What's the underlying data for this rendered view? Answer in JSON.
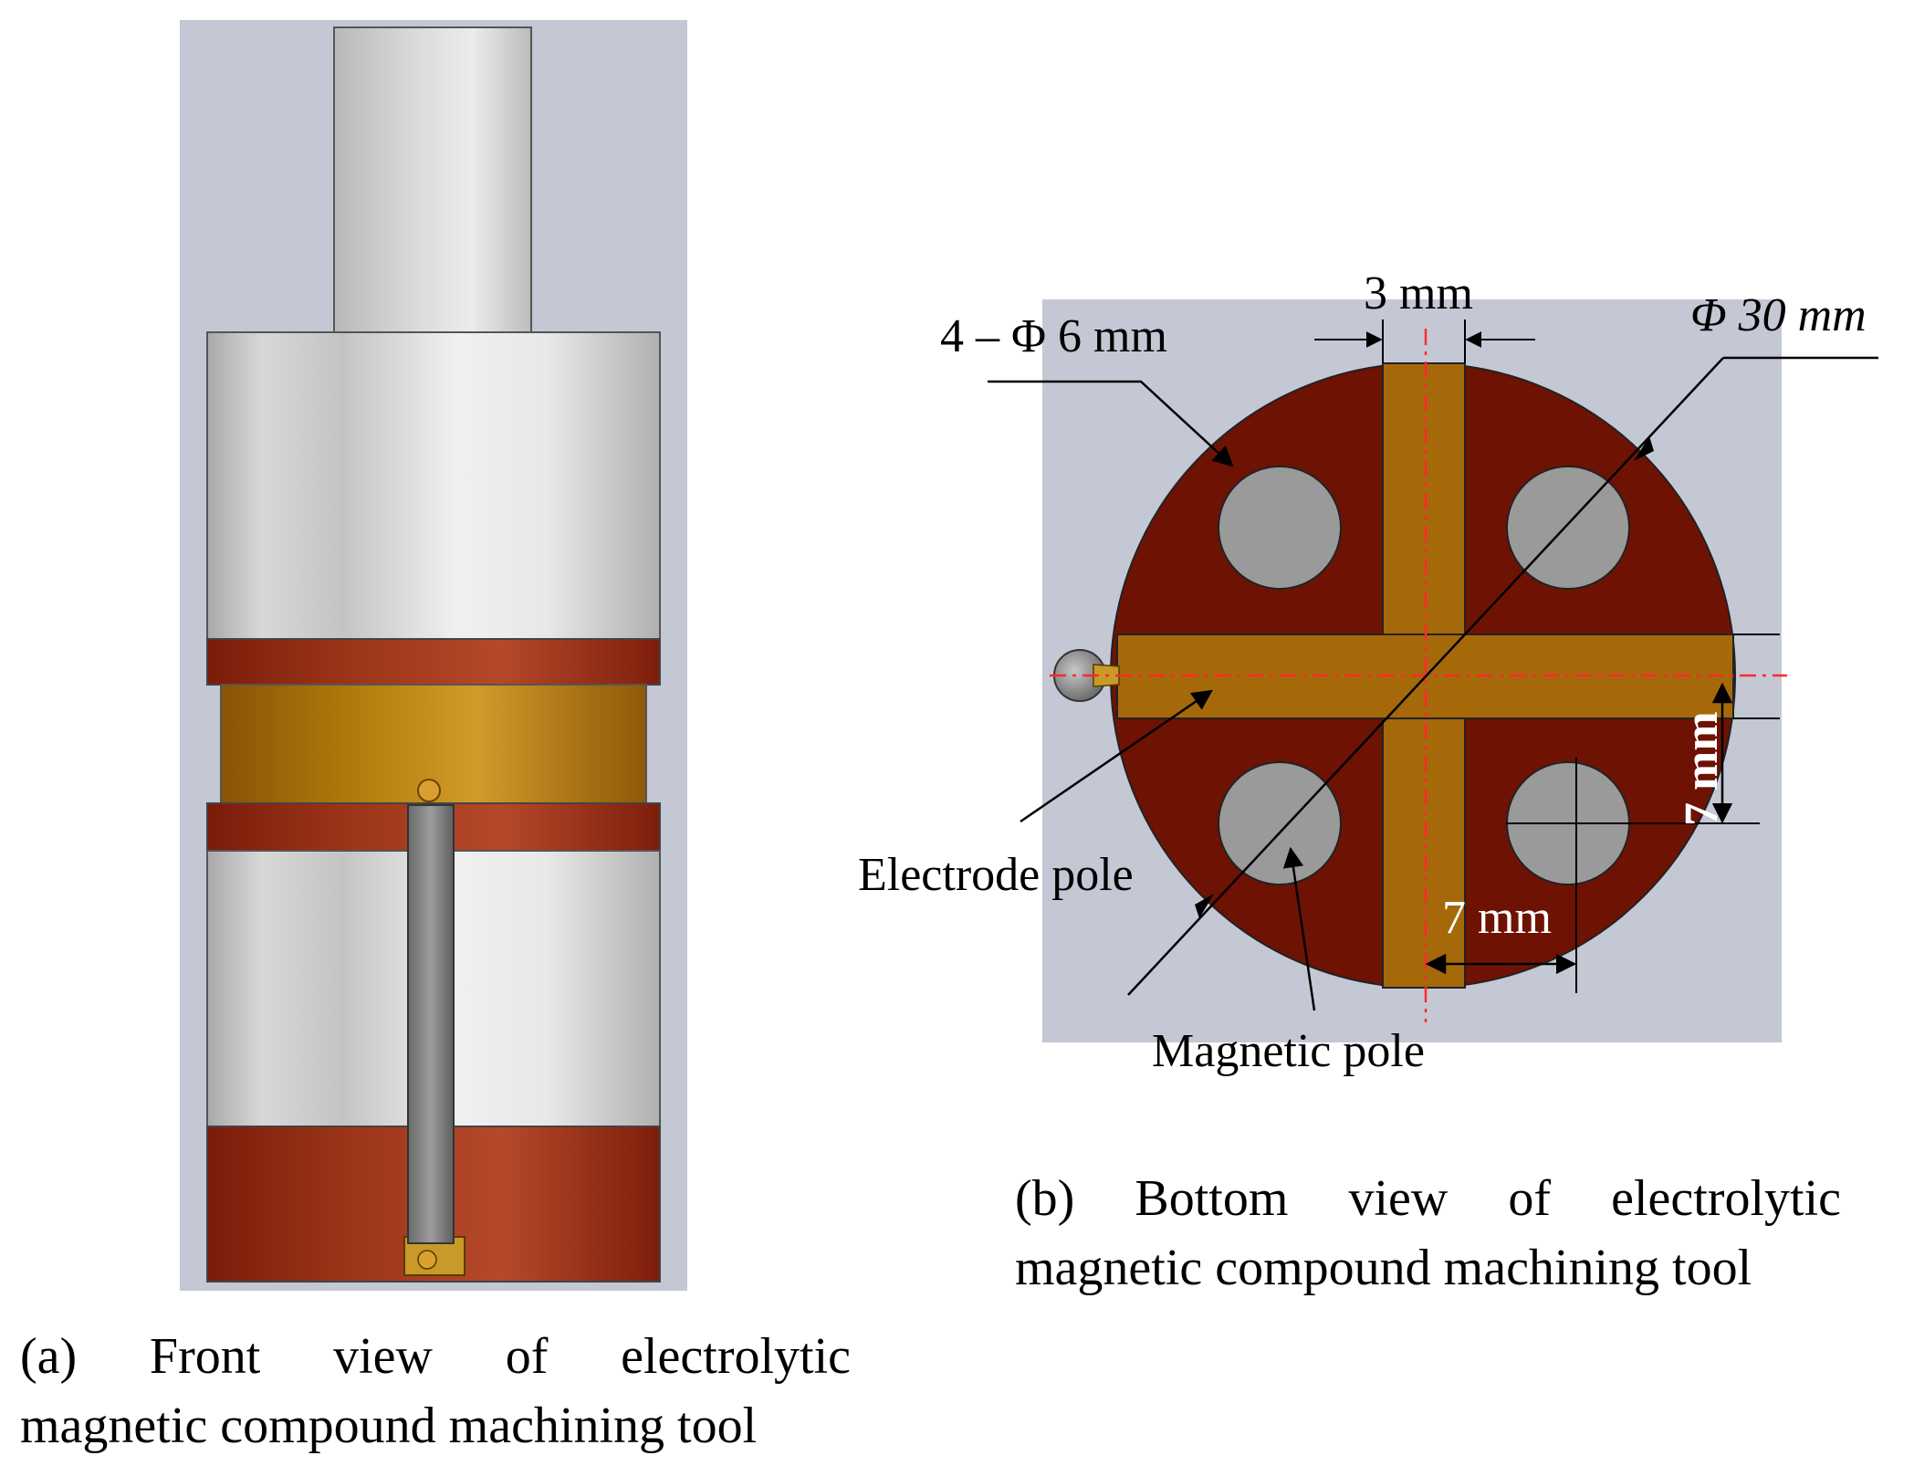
{
  "panel_b": {
    "labels": {
      "holes": "4 – Φ 6 mm",
      "slot_width": "3 mm",
      "diameter": "Φ 30 mm",
      "vertical_offset": "7 mm",
      "horizontal_offset": "7 mm",
      "electrode": "Electrode pole",
      "magnetic": "Magnetic pole"
    }
  },
  "captions": {
    "a": {
      "line1": "(a) Front view of electrolytic",
      "line2": "magnetic compound machining tool"
    },
    "b": {
      "line1": "(b) Bottom view of electrolytic",
      "line2": "magnetic compound machining tool"
    }
  },
  "colors": {
    "background_panel": "#c4c8d4",
    "steel": "#d6d6d6",
    "brown": "#8e2914",
    "dark_red": "#6e1204",
    "copper": "#b2740a",
    "hole_gray": "#9a9a9a"
  }
}
